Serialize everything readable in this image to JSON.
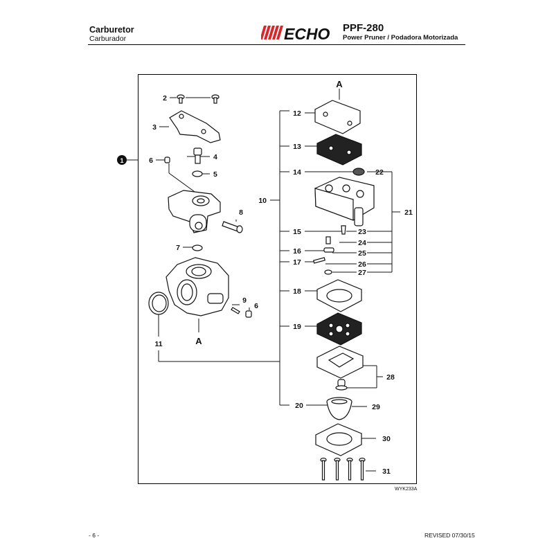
{
  "header": {
    "title": "Carburetor",
    "subtitle": "Carburador",
    "brand": "ECHO",
    "model": "PPF-280",
    "description": "Power Pruner / Podadora Motorizada"
  },
  "diagram": {
    "assembly_marker": "1",
    "callouts": {
      "n2": "2",
      "n3": "3",
      "n4": "4",
      "n5": "5",
      "n6a": "6",
      "n6b": "6",
      "n7": "7",
      "n8": "8",
      "n9": "9",
      "n10": "10",
      "n11": "11",
      "n12": "12",
      "n13": "13",
      "n14": "14",
      "n15": "15",
      "n16": "16",
      "n17": "17",
      "n18": "18",
      "n19": "19",
      "n20": "20",
      "n21": "21",
      "n22": "22",
      "n23": "23",
      "n24": "24",
      "n25": "25",
      "n26": "26",
      "n27": "27",
      "n28": "28",
      "n29": "29",
      "n30": "30",
      "n31": "31"
    },
    "view_marker_top": "A",
    "view_marker_bottom": "A",
    "drawing_code": "WYK233A"
  },
  "footer": {
    "page": "- 6 -",
    "revised": "REVISED 07/30/15"
  },
  "colors": {
    "ink": "#111111",
    "brand_red": "#d8262b"
  }
}
